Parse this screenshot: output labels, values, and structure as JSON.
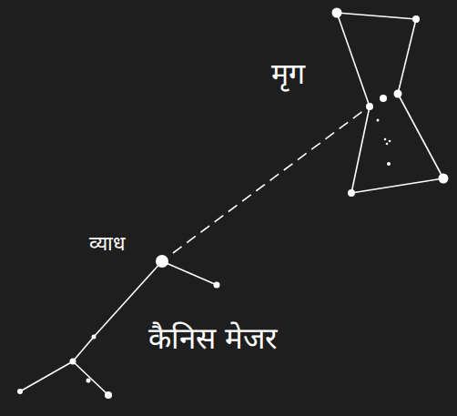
{
  "diagram": {
    "labels": [
      "मृग",
      "व्याध",
      "कैनिस मेजर"
    ]
  }
}
